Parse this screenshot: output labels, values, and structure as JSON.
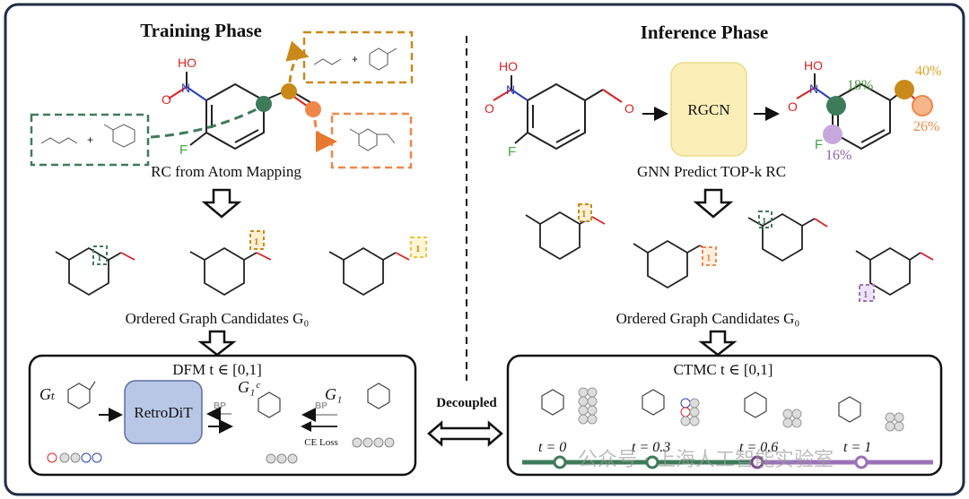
{
  "training": {
    "title": "Training Phase",
    "rc_label": "RC from Atom Mapping",
    "candidates_label": "Ordered Graph Candidates G₀",
    "dfm_label": "DFM t ∈ [0,1]",
    "gt_label": "Gₜ",
    "g1theta_label": "G₁ᶜ",
    "g1_label": "G₁",
    "model_label": "RetroDiT",
    "bp1": "BP",
    "bp2": "BP",
    "ce_loss": "CE Loss"
  },
  "inference": {
    "title": "Inference Phase",
    "model_label": "RGCN",
    "gnn_label": "GNN Predict TOP-k RC",
    "candidates_label": "Ordered Graph Candidates G₀",
    "ctmc_label": "CTMC t ∈ [0,1]",
    "pct_green": "18%",
    "pct_gold": "40%",
    "pct_orange": "26%",
    "pct_purple": "16%",
    "t0": "t = 0",
    "t1": "t = 0.3",
    "t2": "t = 0.6",
    "t3": "t = 1"
  },
  "center": {
    "decoupled": "Decoupled"
  },
  "atoms": {
    "ho": "HO",
    "n": "N",
    "o": "O",
    "f": "F"
  },
  "watermark": "公众号 · 上海人工智能实验室",
  "colors": {
    "green": "#3e7b5a",
    "gold": "#c98a1a",
    "orange": "#f0874a",
    "purple": "#9a72b8",
    "frame": "#1f2c48",
    "retrodit": "#b8c7e6",
    "rgcn": "#fbefb7"
  }
}
